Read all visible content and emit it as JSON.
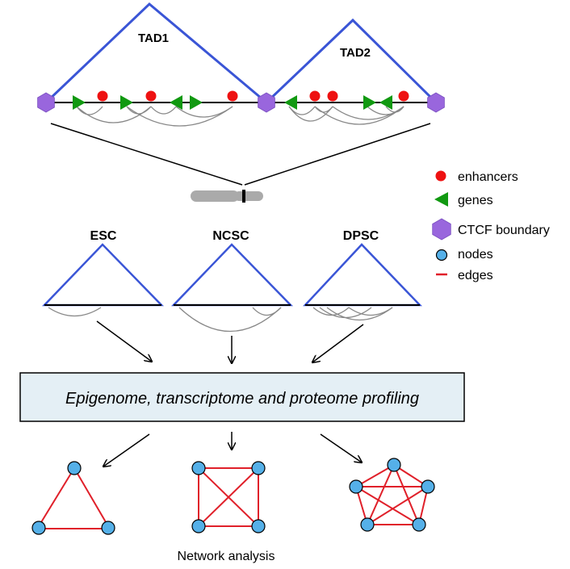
{
  "tads": [
    {
      "label": "TAD1"
    },
    {
      "label": "TAD2"
    }
  ],
  "legend": {
    "enhancers": "enhancers",
    "genes": "genes",
    "ctcf": "CTCF boundary",
    "nodes": "nodes",
    "edges": "edges"
  },
  "cells": [
    {
      "label": "ESC"
    },
    {
      "label": "NCSC"
    },
    {
      "label": "DPSC"
    }
  ],
  "profiling_label": "Epigenome, transcriptome and proteome profiling",
  "network_label": "Network analysis",
  "colors": {
    "tad_line": "#3a55d6",
    "enhancer": "#ee1111",
    "gene": "#119911",
    "ctcf": "#9966dd",
    "node": "#55b0e8",
    "edge": "#e0202a",
    "box_fill": "#e4eff5"
  }
}
